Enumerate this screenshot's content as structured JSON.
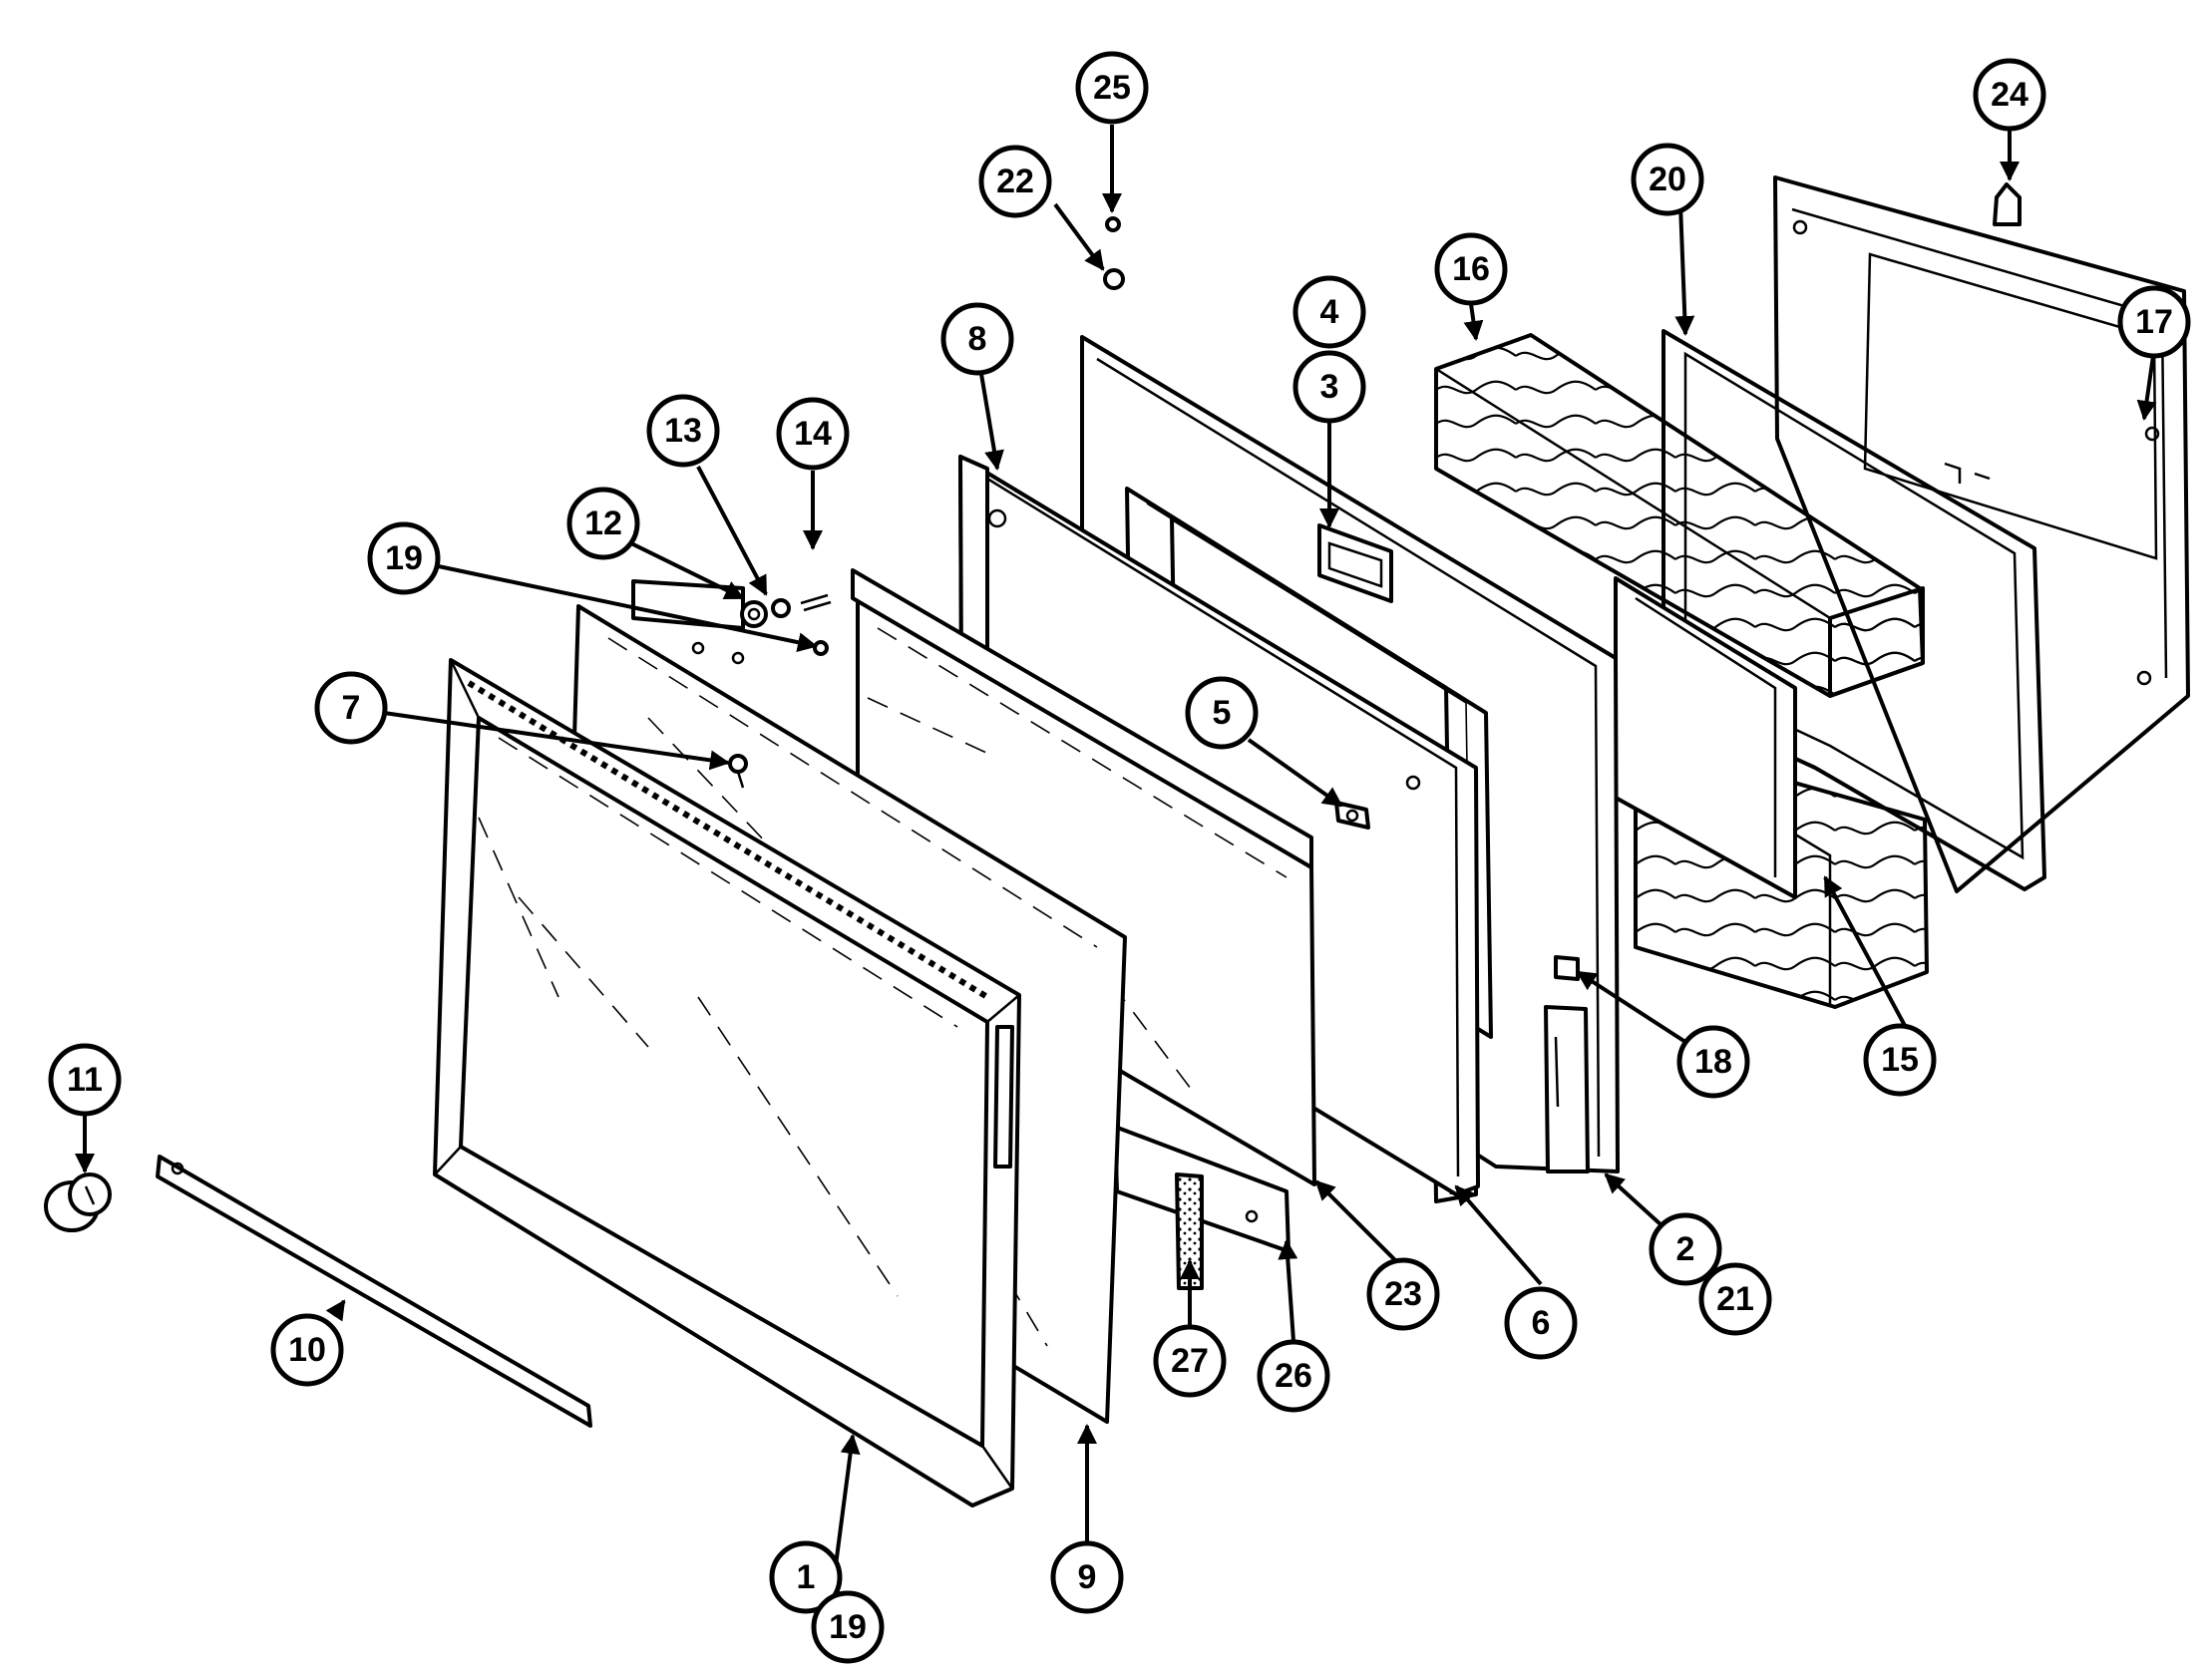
{
  "diagram": {
    "callout_labels": {
      "c1": "1",
      "c19b": "19",
      "c9": "9",
      "c10": "10",
      "c11": "11",
      "c7": "7",
      "c19a": "19",
      "c12": "12",
      "c13": "13",
      "c14": "14",
      "c8": "8",
      "c22": "22",
      "c25": "25",
      "c4": "4",
      "c3": "3",
      "c16": "16",
      "c20": "20",
      "c24": "24",
      "c17": "17",
      "c5": "5",
      "c18": "18",
      "c15": "15",
      "c2": "2",
      "c21": "21",
      "c6": "6",
      "c23": "23",
      "c26": "26",
      "c27": "27"
    }
  }
}
